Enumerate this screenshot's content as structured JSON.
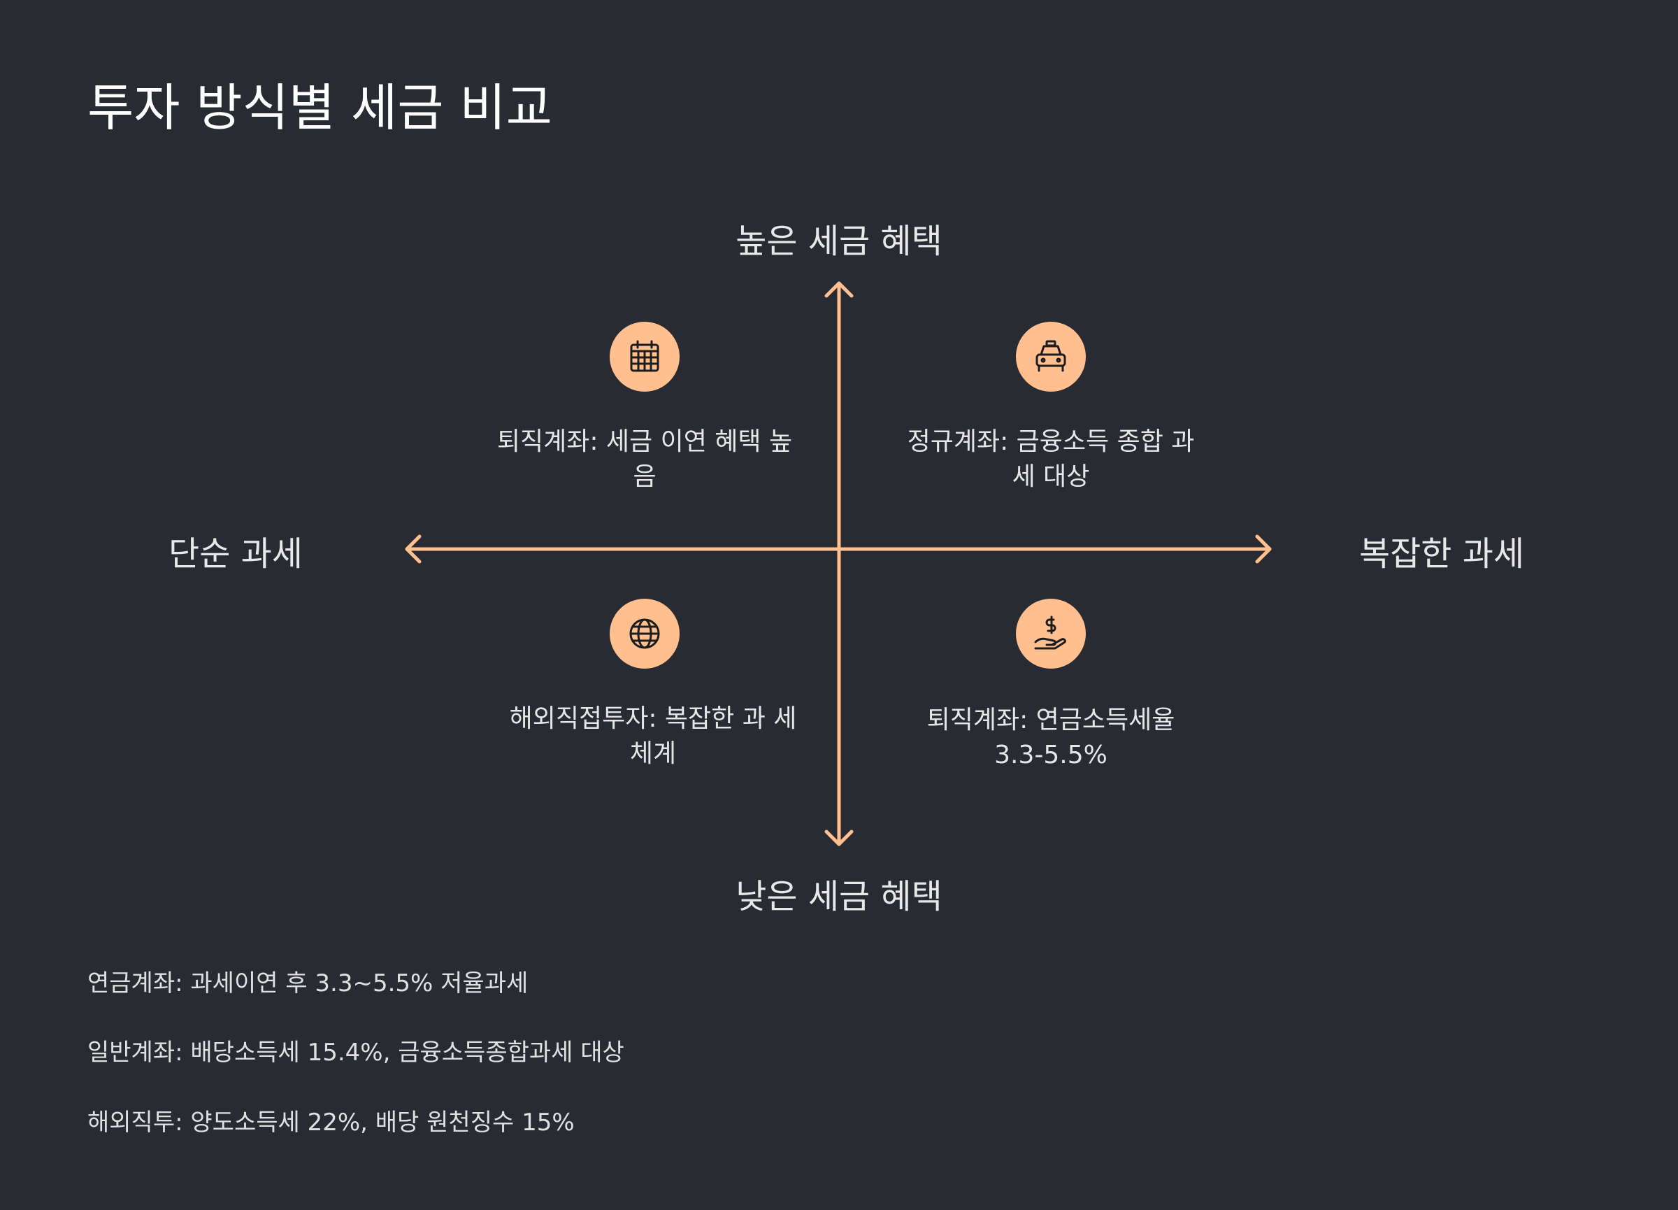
{
  "title": "투자 방식별 세금 비교",
  "axes": {
    "top": "높은 세금 혜택",
    "bottom": "낮은 세금 혜택",
    "left": "단순 과세",
    "right": "복잡한 과세"
  },
  "quadrants": {
    "top_left": {
      "icon": "calendar-icon",
      "text": "퇴직계좌: 세금 이연 혜택 높음"
    },
    "top_right": {
      "icon": "taxi-icon",
      "text": "정규계좌: 금융소득 종합 과세 대상"
    },
    "bottom_left": {
      "icon": "globe-icon",
      "text": "해외직접투자: 복잡한 과 세 체계"
    },
    "bottom_right": {
      "icon": "hand-dollar-icon",
      "text": "퇴직계좌: 연금소득세율 3.3-5.5%"
    }
  },
  "notes": [
    "연금계좌: 과세이연 후 3.3~5.5% 저율과세",
    "일반계좌: 배당소득세 15.4%, 금융소득종합과세 대상",
    "해외직투: 양도소득세 22%, 배당 원천징수 15%"
  ],
  "colors": {
    "background": "#292b33",
    "accent": "#ffbf8f",
    "text": "#e6e6e6"
  }
}
